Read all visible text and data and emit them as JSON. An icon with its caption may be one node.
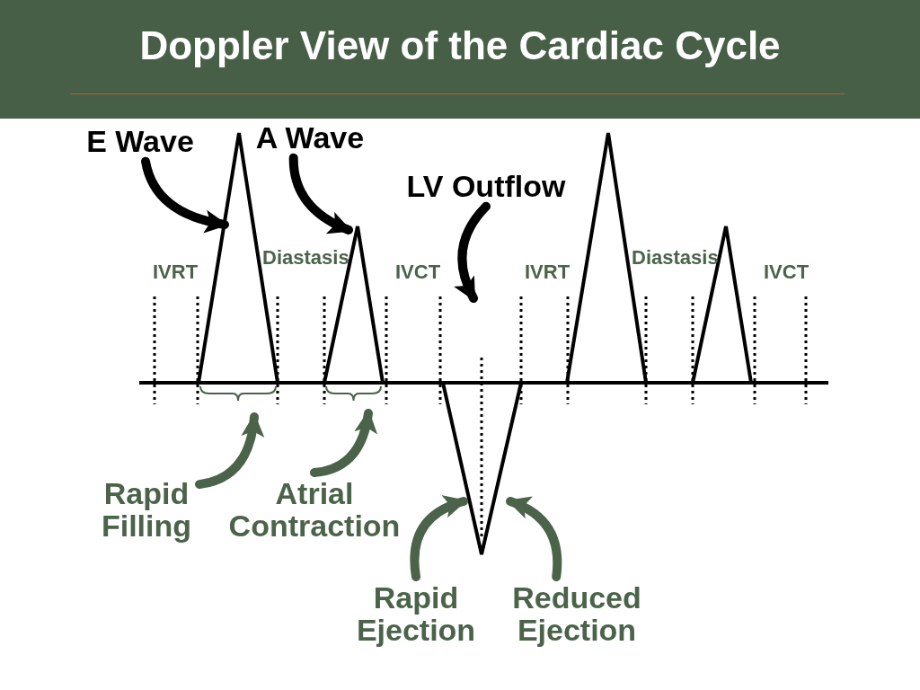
{
  "diagram": {
    "title": "Doppler View of the Cardiac Cycle",
    "nodes": [
      {
        "text": [
          "E Wave"
        ]
      },
      {
        "text": [
          "A Wave"
        ]
      },
      {
        "text": [
          "LV Outflow"
        ]
      },
      {
        "text": [
          "Rapid Filling"
        ]
      },
      {
        "text": [
          "Atrial Contraction"
        ]
      },
      {
        "text": [
          "Rapid Ejection"
        ]
      },
      {
        "text": [
          "Reduced Ejection"
        ]
      }
    ],
    "edges": [
      {
        "from": 0,
        "to": null,
        "arrow": "to",
        "color": "#000000"
      },
      {
        "from": 1,
        "to": null,
        "arrow": "to",
        "color": "#000000"
      },
      {
        "from": 2,
        "to": null,
        "arrow": "to",
        "color": "#000000"
      },
      {
        "from": 3,
        "to": null,
        "arrow": "to"
      },
      {
        "from": 4,
        "to": null,
        "arrow": "to"
      },
      {
        "from": 5,
        "to": null,
        "arrow": "to"
      },
      {
        "from": 6,
        "to": null,
        "arrow": "to"
      }
    ],
    "labels": [
      "IVRT",
      "Diastasis",
      "IVCT",
      "IVRT",
      "Diastasis",
      "IVCT"
    ]
  }
}
